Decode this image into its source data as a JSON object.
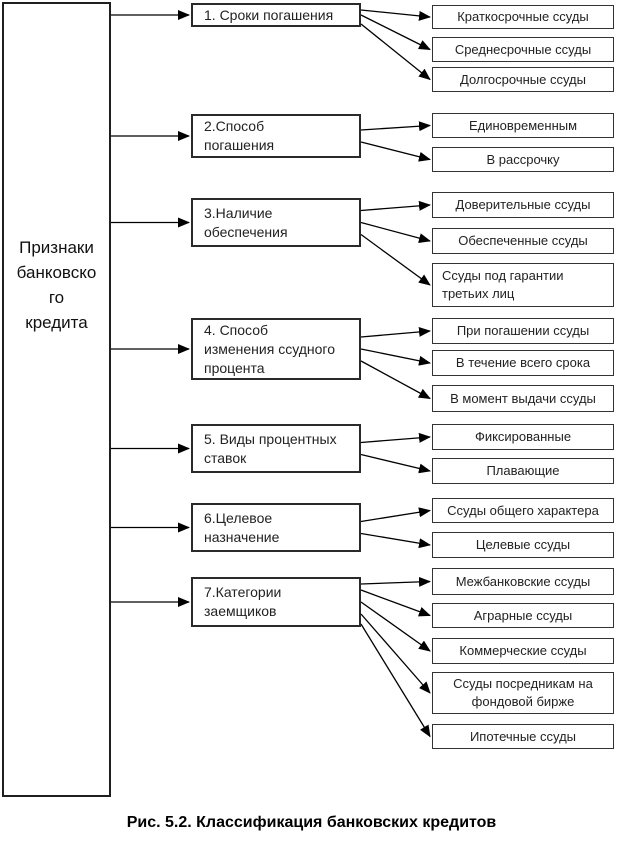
{
  "diagram": {
    "root_label": "Признаки\nбанковско\nго\nкредита",
    "caption": "Рис. 5.2. Классификация банковских кредитов",
    "groups": [
      {
        "category": "1. Сроки погашения",
        "children": [
          "Краткосрочные ссуды",
          "Среднесрочные ссуды",
          "Долгосрочные ссуды"
        ]
      },
      {
        "category": "2.Способ\nпогашения",
        "children": [
          "Единовременным",
          "В рассрочку"
        ]
      },
      {
        "category": "3.Наличие\nобеспечения",
        "children": [
          "Доверительные ссуды",
          "Обеспеченные ссуды",
          "Ссуды под гарантии\nтретьих лиц"
        ]
      },
      {
        "category": "4. Способ\nизменения ссудного\nпроцента",
        "children": [
          "При погашении ссуды",
          "В течение всего срока",
          "В момент выдачи ссуды"
        ]
      },
      {
        "category": "5. Виды процентных\nставок",
        "children": [
          "Фиксированные",
          "Плавающие"
        ]
      },
      {
        "category": "6.Целевое\nназначение",
        "children": [
          "Ссуды общего характера",
          "Целевые ссуды"
        ]
      },
      {
        "category": "7.Категории\nзаемщиков",
        "children": [
          "Межбанковские ссуды",
          "Аграрные ссуды",
          "Коммерческие ссуды",
          "Ссуды посредникам на\nфондовой бирже",
          "Ипотечные ссуды"
        ]
      }
    ],
    "colors": {
      "line": "#000000",
      "border": "#333333",
      "text": "#222222",
      "background": "#ffffff"
    }
  }
}
